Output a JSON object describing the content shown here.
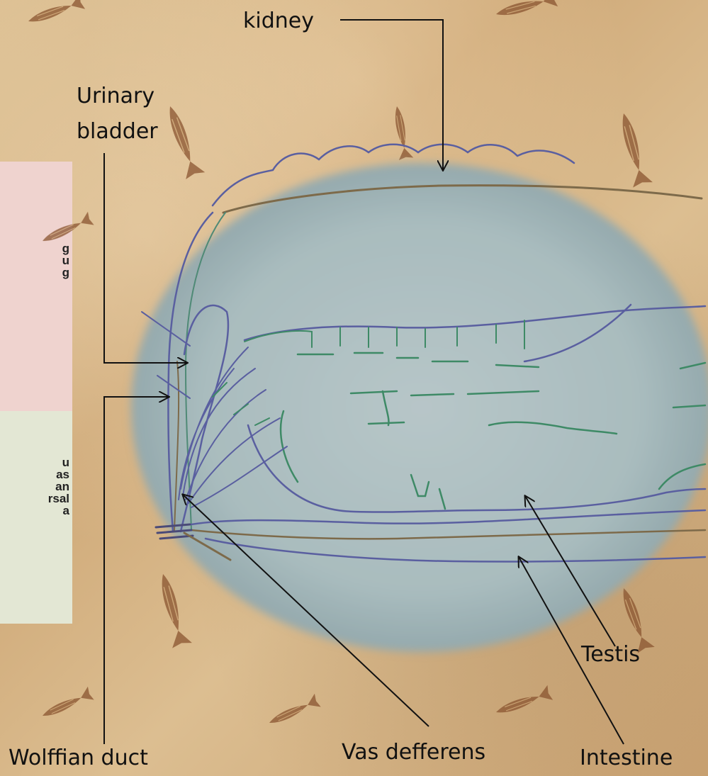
{
  "labels": {
    "kidney": "kidney",
    "urinary_bladder_line1": "Urinary",
    "urinary_bladder_line2": "bladder",
    "wolffian_duct": "Wolffian duct",
    "vas_defferens": "Vas defferens",
    "intestine": "Intestine",
    "testis": "Testis"
  },
  "side_panels": {
    "pink_text": "g\nu\ng",
    "green_text": "u\nas\nan\nrsal\na"
  },
  "colors": {
    "background": "#d8b98a",
    "oval": "#a9bcbe",
    "pink_panel": "#efd3cf",
    "green_panel": "#e3e7d4",
    "sketch_blue": "#5a5fa0",
    "sketch_green": "#3e8a66"
  }
}
